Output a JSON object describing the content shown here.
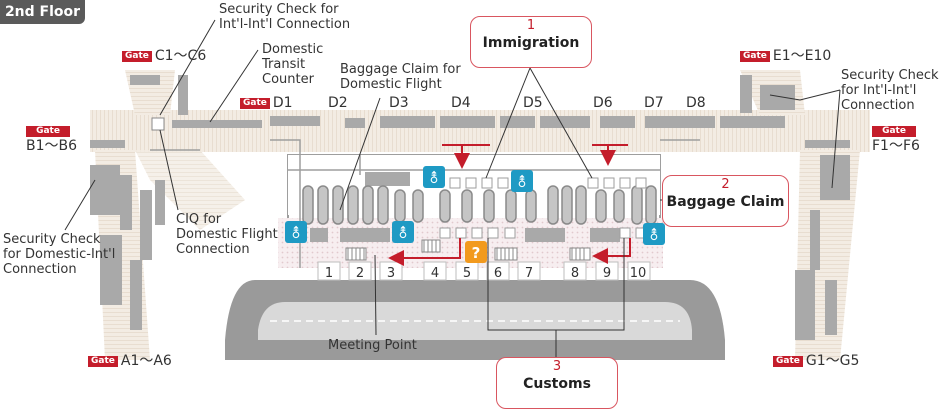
{
  "floor_label": "2nd Floor",
  "gate_tag": "Gate",
  "gates": {
    "a": "A1～A6",
    "b": "B1～B6",
    "c": "C1～C6",
    "e": "E1～E10",
    "f": "F1～F6",
    "g": "G1～G5"
  },
  "domestic_gates": [
    "D1",
    "D2",
    "D3",
    "D4",
    "D5",
    "D6",
    "D7",
    "D8"
  ],
  "exit_numbers": [
    "1",
    "2",
    "3",
    "4",
    "5",
    "6",
    "7",
    "8",
    "9",
    "10"
  ],
  "labels": {
    "security_intl_top": [
      "Security Check for",
      "Int'l-Int'l Connection"
    ],
    "domestic_transit": [
      "Domestic",
      "Transit",
      "Counter"
    ],
    "baggage_domestic": [
      "Baggage Claim for",
      "Domestic Flight"
    ],
    "security_intl_right": [
      "Security Check",
      "for Int'l-Int'l",
      "Connection"
    ],
    "security_dom_left": [
      "Security Check",
      "for Domestic-Int'l",
      "Connection"
    ],
    "ciq": [
      "CIQ for",
      "Domestic Flight",
      "Connection"
    ],
    "meeting_point": "Meeting Point"
  },
  "callouts": [
    {
      "number": "1",
      "title": "Immigration"
    },
    {
      "number": "2",
      "title": "Baggage Claim"
    },
    {
      "number": "3",
      "title": "Customs"
    }
  ],
  "colors": {
    "accent": "#c41d2b",
    "building": "#efe8df",
    "wall": "#a9a9a9",
    "road": "#9a9a9a",
    "restroom": "#1e9ac4",
    "info": "#f29a1e"
  },
  "icons": [
    "restroom-icon",
    "information-icon"
  ]
}
